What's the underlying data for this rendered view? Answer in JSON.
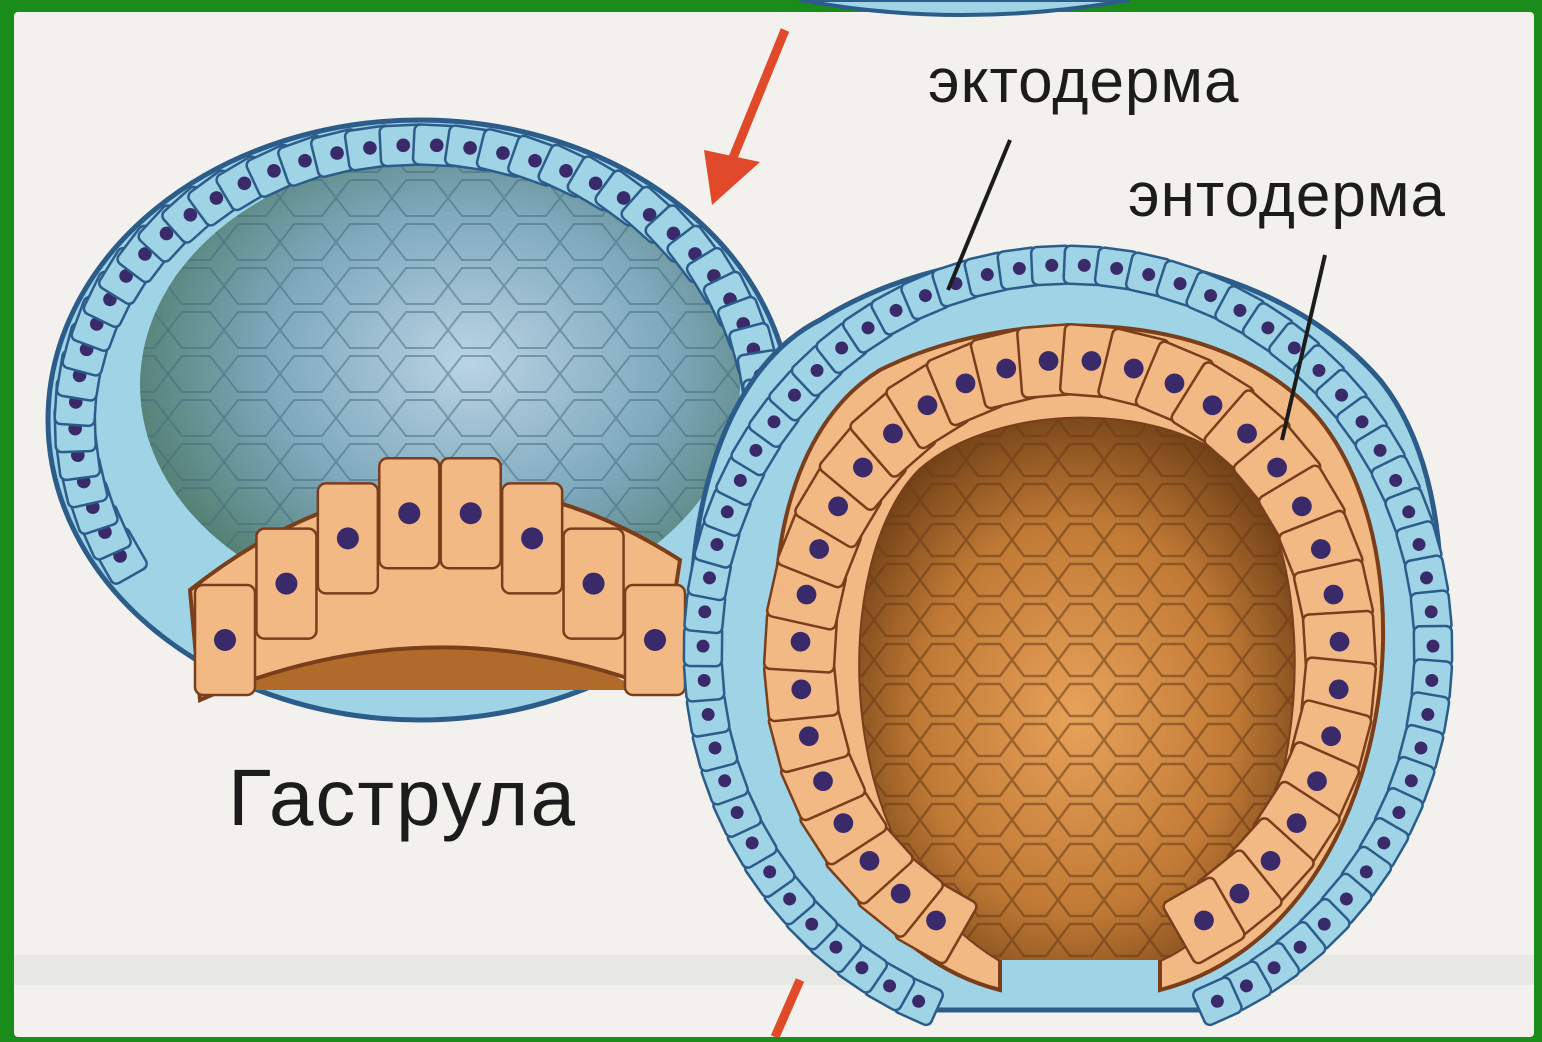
{
  "labels": {
    "ectoderm": "эктодерма",
    "endoderm": "энтодерма",
    "title": "Гаструла"
  },
  "colors": {
    "frame": "#1a8c1a",
    "paper": "#f2f1ee",
    "ectoderm_cell": "#9fd3e6",
    "ectoderm_outline": "#2c5d8a",
    "endoderm_cell": "#f2b985",
    "endoderm_outline": "#7a3e1a",
    "nucleus": "#3a2a6a",
    "blastocoel": "#5f8f8a",
    "archenteron": "#b06a2a",
    "arrow": "#e04a2a",
    "leader_line": "#1c1c1c"
  },
  "icons": [
    "down-arrow-icon"
  ]
}
